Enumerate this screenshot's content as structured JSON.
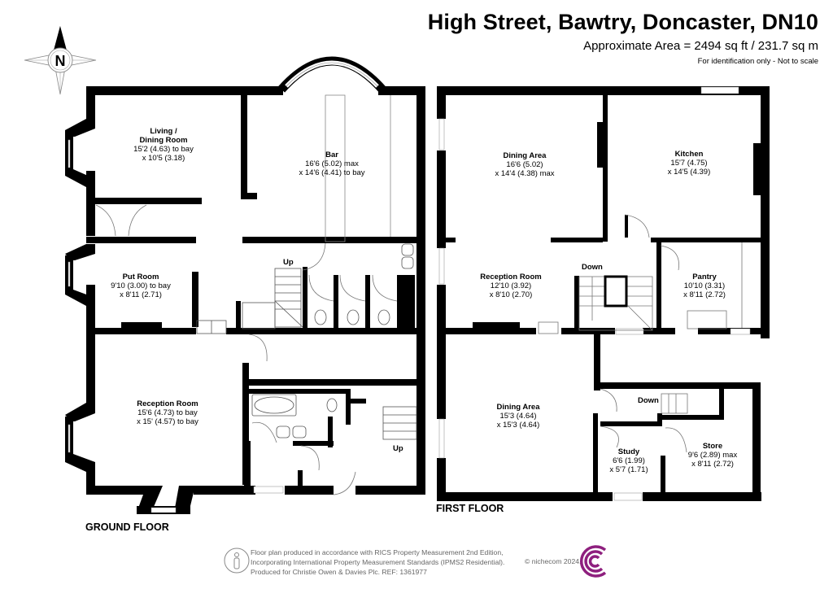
{
  "header": {
    "title": "High Street, Bawtry, Doncaster, DN10",
    "area": "Approximate Area = 2494 sq ft / 231.7 sq m",
    "note": "For identification only - Not to scale"
  },
  "compass": {
    "label": "N",
    "icon": "north-compass-icon"
  },
  "ground_floor": {
    "label": "GROUND FLOOR",
    "rooms": [
      {
        "name": "Living /",
        "name2": "Dining Room",
        "dim1": "15'2 (4.63) to bay",
        "dim2": "x 10'5 (3.18)"
      },
      {
        "name": "Bar",
        "dim1": "16'6 (5.02) max",
        "dim2": "x 14'6 (4.41) to bay"
      },
      {
        "name": "Put Room",
        "dim1": "9'10 (3.00) to bay",
        "dim2": "x 8'11 (2.71)"
      },
      {
        "name": "Reception Room",
        "dim1": "15'6 (4.73) to bay",
        "dim2": "x 15' (4.57) to bay"
      }
    ],
    "stairs": [
      {
        "label": "Up"
      },
      {
        "label": "Up"
      }
    ]
  },
  "first_floor": {
    "label": "FIRST FLOOR",
    "rooms": [
      {
        "name": "Dining Area",
        "dim1": "16'6 (5.02)",
        "dim2": "x 14'4 (4.38) max"
      },
      {
        "name": "Kitchen",
        "dim1": "15'7 (4.75)",
        "dim2": "x 14'5 (4.39)"
      },
      {
        "name": "Reception Room",
        "dim1": "12'10 (3.92)",
        "dim2": "x 8'10 (2.70)"
      },
      {
        "name": "Pantry",
        "dim1": "10'10 (3.31)",
        "dim2": "x 8'11 (2.72)"
      },
      {
        "name": "Dining Area",
        "dim1": "15'3 (4.64)",
        "dim2": "x 15'3 (4.64)"
      },
      {
        "name": "Study",
        "dim1": "6'6 (1.99)",
        "dim2": "x 5'7 (1.71)"
      },
      {
        "name": "Store",
        "dim1": "9'6 (2.89) max",
        "dim2": "x 8'11 (2.72)"
      }
    ],
    "stairs": [
      {
        "label": "Down"
      },
      {
        "label": "Down"
      }
    ]
  },
  "footer": {
    "line1": "Floor plan produced in accordance with RICS Property Measurement 2nd Edition,",
    "line2": "Incorporating International Property Measurement Standards (IPMS2 Residential).",
    "line3": "Produced for Christie Owen & Davies Plc.   REF: 1361977",
    "copyright": "© nichecom 2024.",
    "brand_color": "#8e1f7e"
  }
}
